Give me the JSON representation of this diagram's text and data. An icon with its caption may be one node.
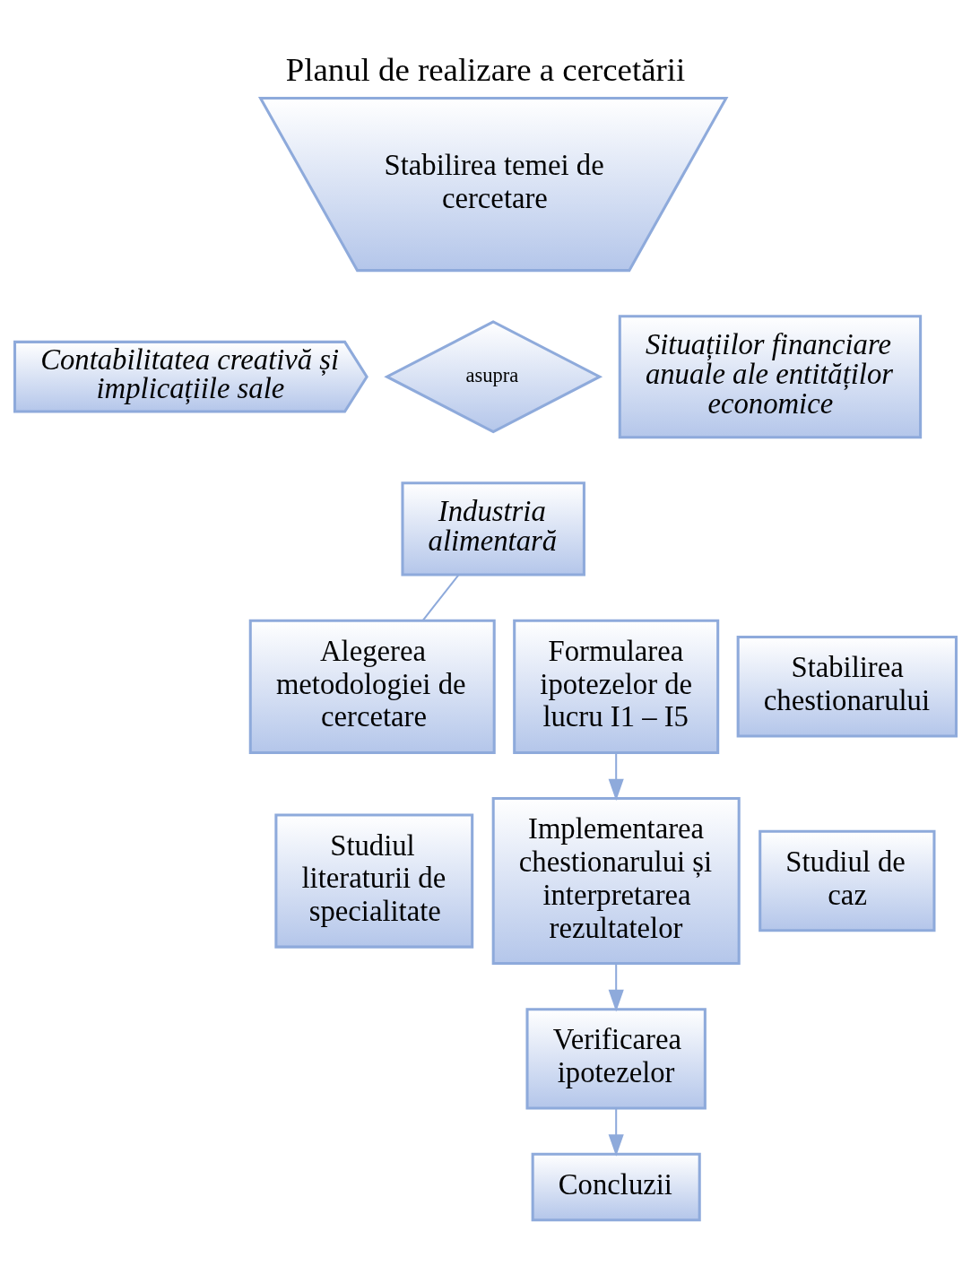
{
  "diagram": {
    "title": "Planul de realizare a cercetării",
    "nodes": [
      {
        "text": [
          "Stabilirea temei de cercetare"
        ]
      },
      {
        "text": [
          "*Contabilitatea creativă și implicațiile sale*"
        ]
      },
      {
        "text": [
          "asupra"
        ]
      },
      {
        "text": [
          "*Situațiilor financiare anuale ale entităților economice*"
        ]
      },
      {
        "text": [
          "*Industria alimentară*"
        ]
      },
      {
        "text": [
          "Alegerea metodologiei de cercetare"
        ]
      },
      {
        "text": [
          "Formularea ipotezelor de lucru I1 – I5"
        ]
      },
      {
        "text": [
          "Stabilirea chestionarului"
        ]
      },
      {
        "text": [
          "Studiul literaturii de specialitate"
        ]
      },
      {
        "text": [
          "Implementarea chestionarului și interpretarea rezultatelor"
        ]
      },
      {
        "text": [
          "Studiul de caz"
        ]
      },
      {
        "text": [
          "Verificarea ipotezelor"
        ]
      },
      {
        "text": [
          "Concluzii"
        ]
      }
    ],
    "edges": [
      {
        "from": 4,
        "to": 5,
        "arrow": "none"
      },
      {
        "from": 6,
        "to": 9,
        "arrow": "to"
      },
      {
        "from": 9,
        "to": 11,
        "arrow": "to"
      },
      {
        "from": 11,
        "to": 12,
        "arrow": "to"
      }
    ]
  }
}
